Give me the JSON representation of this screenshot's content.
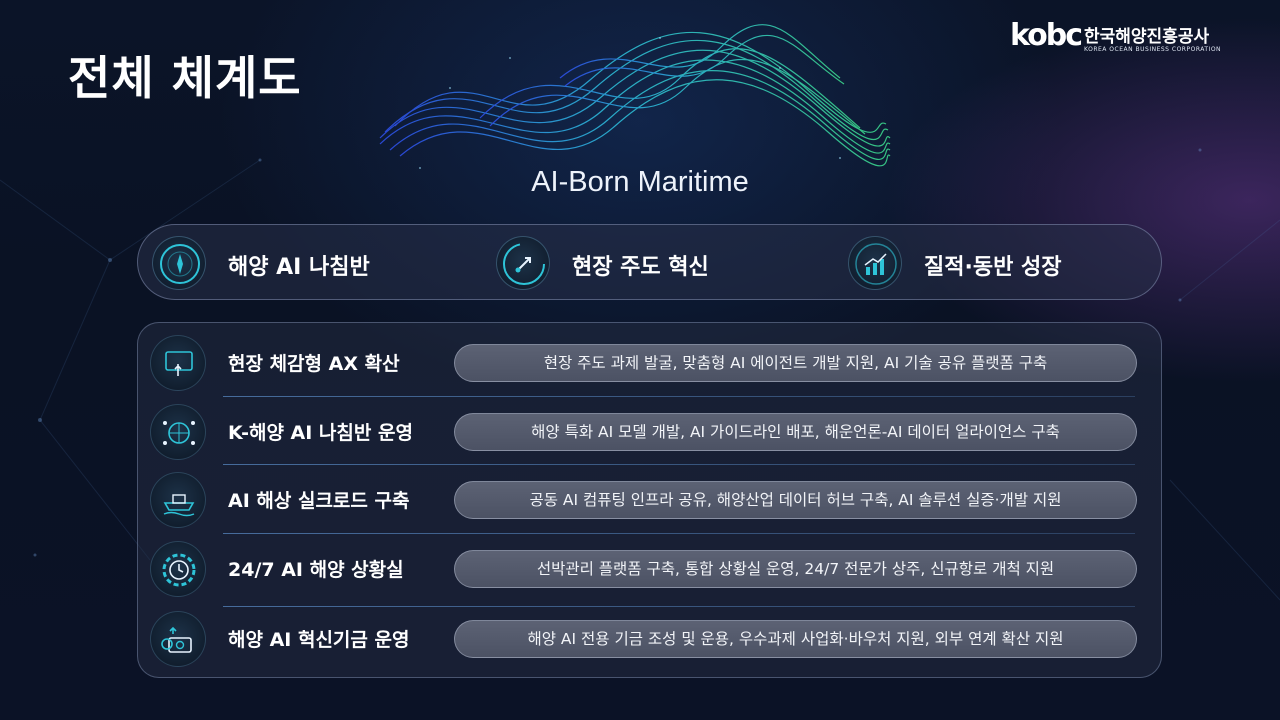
{
  "title": "전체 체계도",
  "logo": {
    "mark": "kobc",
    "name_ko": "한국해양진흥공사",
    "name_en": "KOREA OCEAN BUSINESS CORPORATION"
  },
  "hero": {
    "text": "AI-Born Maritime"
  },
  "pillars": [
    {
      "label": "해양 AI 나침반",
      "icon": "compass-icon"
    },
    {
      "label": "현장 주도 혁신",
      "icon": "rocket-icon"
    },
    {
      "label": "질적·동반 성장",
      "icon": "growth-chart-icon"
    }
  ],
  "rows": [
    {
      "label": "현장 체감형 AX 확산",
      "icon": "touch-screen-icon",
      "desc": "현장 주도 과제 발굴, 맞춤형 AI 에이전트 개발 지원, AI 기술 공유 플랫폼 구축"
    },
    {
      "label": "K-해양 AI 나침반 운영",
      "icon": "network-globe-icon",
      "desc": "해양 특화 AI 모델 개발, AI 가이드라인 배포, 해운언론-AI 데이터 얼라이언스 구축"
    },
    {
      "label": "AI 해상 실크로드 구축",
      "icon": "ship-icon",
      "desc": "공동 AI 컴퓨팅 인프라 공유, 해양산업 데이터 허브 구축, AI 솔루션 실증·개발 지원"
    },
    {
      "label": "24/7 AI 해양 상황실",
      "icon": "clock-gear-icon",
      "desc": "선박관리 플랫폼 구축, 통합 상황실 운영, 24/7 전문가 상주, 신규항로 개척 지원"
    },
    {
      "label": "해양 AI 혁신기금 운영",
      "icon": "money-fund-icon",
      "desc": "해양 AI 전용 기금 조성 및 운용, 우수과제 사업화·바우처 지원, 외부 연계 확산 지원"
    }
  ],
  "colors": {
    "background": "#0b1428",
    "accent_cyan": "#2ec4d8",
    "accent_green": "#3ee0a0",
    "accent_blue": "#2f6cf0",
    "pill_fill": "#565c6e"
  }
}
